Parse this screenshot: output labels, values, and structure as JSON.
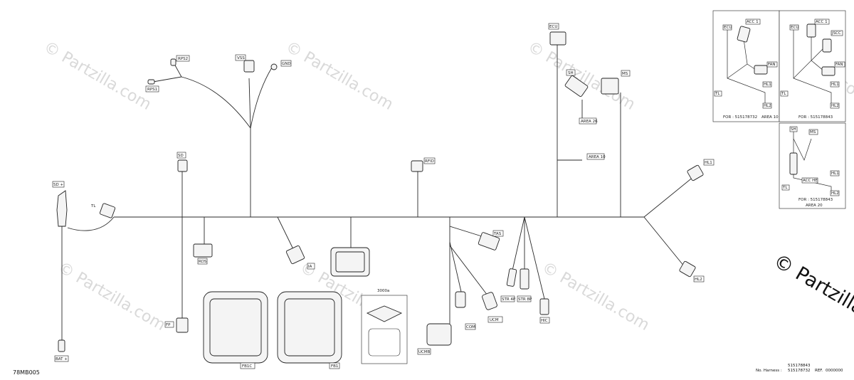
{
  "diagram_id": "78MB005",
  "watermark": "© Partzilla.com",
  "watermark_corner": "© Partzilla.c",
  "labels": {
    "rps2": "RPS2",
    "rps1": "RPS1",
    "vss": "VSS",
    "gnd": "GND",
    "sd": "SD",
    "sd_plus": "SD +",
    "tl": "TL",
    "bat_plus": "BAT +",
    "rfid": "RFID",
    "ecu": "ECU",
    "sh": "SH",
    "ms": "MS",
    "area26": "AREA 26",
    "area10": "AREA 10",
    "hl1": "HL1",
    "hl2": "HL2",
    "tas": "TAS",
    "com": "COM",
    "str4p": "STR 4P",
    "str8p": "STR 8P",
    "hic": "HIC",
    "ucmb": "UCMB",
    "ucm": "UCM",
    "rds": "RDS",
    "fp": "FP",
    "ia": "IA",
    "fb1c": "FB1C",
    "fb1": "FB1",
    "kit": "3000a",
    "acc1": "ACC 1",
    "acc1b": "ACC 1",
    "jscc": "JSCC",
    "fan": "FAN",
    "accm": "ACC HE",
    "tl_inset": "TL",
    "for_a": "FOR : 515178732",
    "for_b": "FOR : 515178843",
    "for_c": "FOR : 515178843",
    "area10_inset": "AREA 10",
    "area20_inset": "AREA 20",
    "harness_label": "No. Harness :",
    "harness_1": "515178843",
    "harness_2": "515178732",
    "ref_label": "REF.",
    "ref_code": "0000000"
  }
}
